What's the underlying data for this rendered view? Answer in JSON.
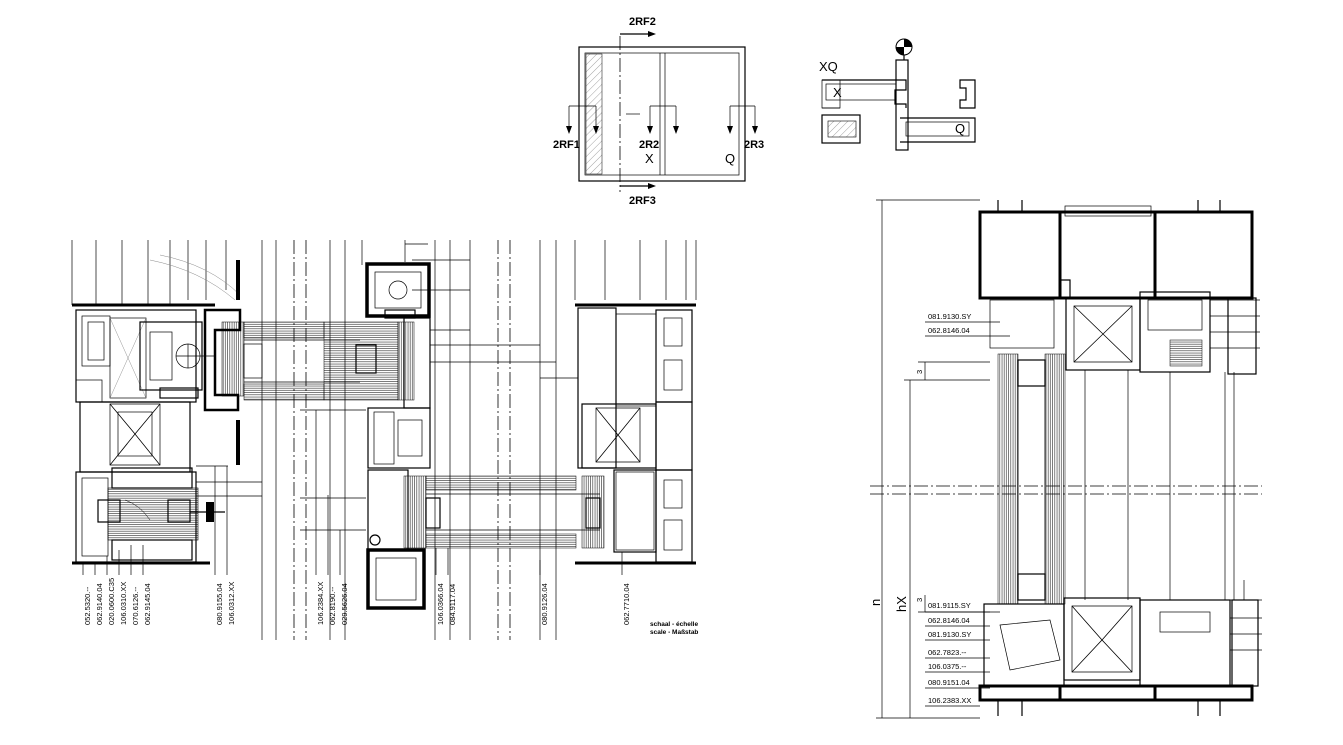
{
  "key_plan": {
    "sections": [
      "2RF2",
      "2RF1",
      "2R2",
      "2R3",
      "2RF3"
    ],
    "panes": [
      "X",
      "Q"
    ]
  },
  "scheme": {
    "title": "XQ",
    "panes": [
      "X",
      "Q"
    ]
  },
  "horizontal_section": {
    "codes": [
      "052.5320.--",
      "062.9140.04",
      "020.0600.C35",
      "106.0310.XX",
      "070.6126.--",
      "062.9145.04",
      "080.9155.04",
      "106.0312.XX",
      "106.2384.XX",
      "062.8190.--",
      "029.5626.04",
      "106.0366.04",
      "084.9117.04",
      "080.9126.04",
      "062.7710.04"
    ],
    "scale_line1": "schaal - échelle",
    "scale_line2": "scale - Maßstab"
  },
  "vertical_section": {
    "top_codes": [
      "081.9130.SY",
      "062.8146.04"
    ],
    "bottom_codes": [
      "081.9115.SY",
      "062.8146.04",
      "081.9130.SY",
      "062.7823.--",
      "106.0375.--",
      "080.9151.04",
      "106.2383.XX"
    ],
    "dim_label": "hX",
    "dim_marker": "n",
    "small_dim": "3"
  }
}
